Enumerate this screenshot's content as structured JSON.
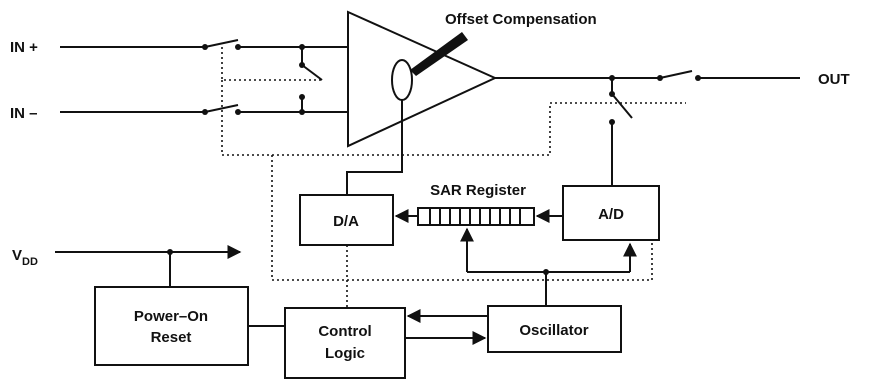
{
  "labels": {
    "in_plus": "IN +",
    "in_minus": "IN –",
    "out": "OUT",
    "offset_compensation": "Offset Compensation",
    "sar_register": "SAR Register",
    "vdd_main": "V",
    "vdd_sub": "DD",
    "da": "D/A",
    "ad": "A/D",
    "power_on_line1": "Power–On",
    "power_on_line2": "Reset",
    "control_line1": "Control",
    "control_line2": "Logic",
    "oscillator": "Oscillator"
  },
  "colors": {
    "ink": "#111111",
    "background": "#ffffff"
  }
}
